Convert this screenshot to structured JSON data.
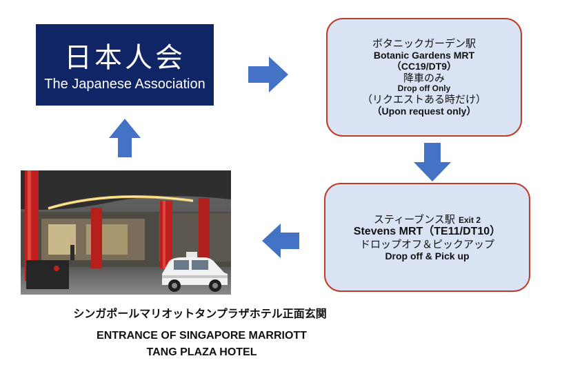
{
  "association": {
    "name_jp": "日本人会",
    "name_en": "The Japanese Association",
    "bg_color": "#0f2566"
  },
  "botanic": {
    "station_jp": "ボタニックガーデン駅",
    "station_en": "Botanic Gardens MRT",
    "code": "（CC19/DT9）",
    "service_jp": "降車のみ",
    "service_en": "Drop off Only",
    "note_jp": "（リクエストある時だけ）",
    "note_en": "（Upon request only）"
  },
  "stevens": {
    "station_jp": "スティーブンス駅",
    "exit": "Exit 2",
    "station_en": "Stevens  MRT（TE11/DT10）",
    "service_jp": "ドロップオフ＆ピックアップ",
    "service_en": "Drop off & Pick up"
  },
  "caption": {
    "jp": "シンガポールマリオットタンプラザホテル正面玄関",
    "en_line1": "ENTRANCE OF SINGAPORE MARRIOTT",
    "en_line2": "TANG PLAZA HOTEL"
  },
  "colors": {
    "box_fill": "#dae3f3",
    "box_border": "#c0392b",
    "arrow": "#4472c4"
  },
  "icons": {
    "arrow_right": "arrow-right-icon",
    "arrow_down": "arrow-down-icon",
    "arrow_left": "arrow-left-icon",
    "arrow_up": "arrow-up-icon"
  }
}
